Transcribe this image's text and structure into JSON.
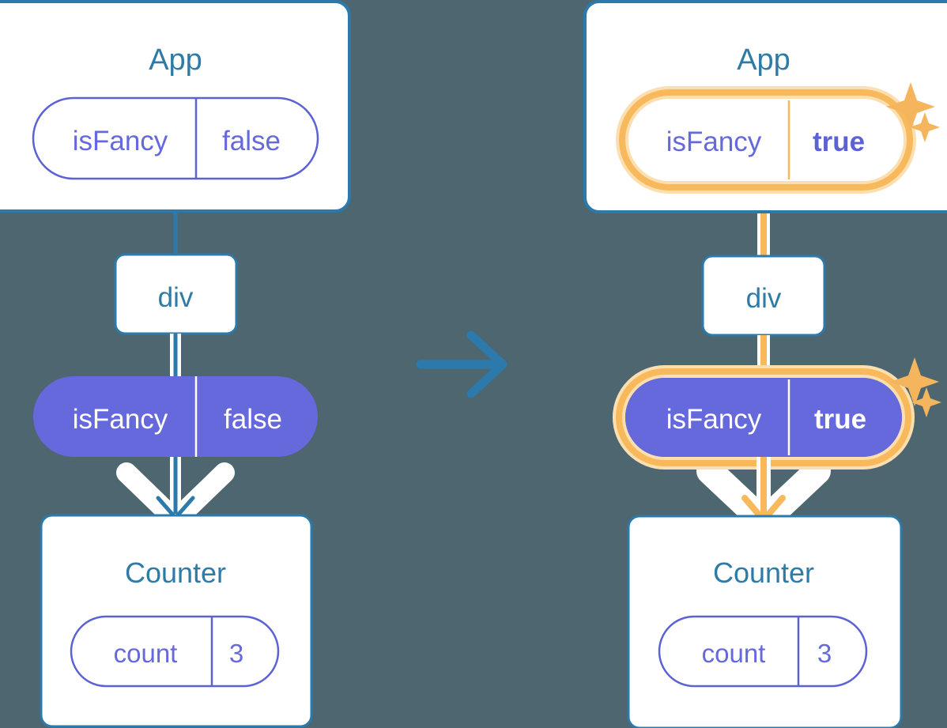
{
  "meta": {
    "background_color": "#4d6670",
    "card_border_color": "#2b7aab",
    "card_fill": "#ffffff",
    "title_color": "#2e7ba8",
    "pill_outline_color": "#5b62d4",
    "pill_fill_color": "#6669db",
    "pill_text_on_fill": "#ffffff",
    "highlight_ring_color": "#f7b95b",
    "highlight_glow_color": "#fbdfb0",
    "flow_line_blue": "#2b7aab",
    "flow_line_blue_pale": "#cdd9ee",
    "flow_line_orange": "#f7b95b",
    "flow_line_orange_pale": "#fcebd2",
    "arrow_white": "#ffffff",
    "transition_arrow_color": "#2b7aab",
    "sparkle_color": "#f5b55c"
  },
  "panels": [
    {
      "id": "before",
      "state": "initial",
      "app_card": {
        "title": "App",
        "pill": {
          "key": "isFancy",
          "value": "false",
          "style": "outline",
          "highlighted": false,
          "value_bold": false
        }
      },
      "div_card": {
        "label": "div"
      },
      "prop_pill": {
        "key": "isFancy",
        "value": "false",
        "style": "filled",
        "highlighted": false,
        "value_bold": false
      },
      "counter_card": {
        "title": "Counter",
        "pill": {
          "key": "count",
          "value": "3",
          "style": "outline",
          "highlighted": false,
          "value_bold": false
        }
      },
      "flow_color": "#2b7aab",
      "flow_color_pale": "#cdd9ee",
      "sparkles": []
    },
    {
      "id": "after",
      "state": "updated",
      "app_card": {
        "title": "App",
        "pill": {
          "key": "isFancy",
          "value": "true",
          "style": "outline",
          "highlighted": true,
          "value_bold": true
        }
      },
      "div_card": {
        "label": "div"
      },
      "prop_pill": {
        "key": "isFancy",
        "value": "true",
        "style": "filled",
        "highlighted": true,
        "value_bold": true
      },
      "counter_card": {
        "title": "Counter",
        "pill": {
          "key": "count",
          "value": "3",
          "style": "outline",
          "highlighted": false,
          "value_bold": false
        }
      },
      "flow_color": "#f7b95b",
      "flow_color_pale": "#fcebd2",
      "sparkles": [
        "sparkle-large",
        "sparkle-small"
      ]
    }
  ],
  "transition": {
    "icon": "arrow-right-icon",
    "color": "#2b7aab"
  }
}
